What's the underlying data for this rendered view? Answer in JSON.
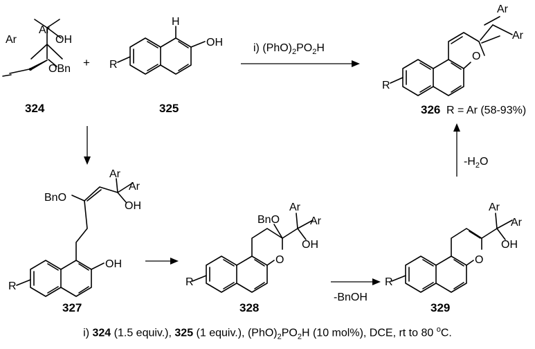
{
  "compounds": {
    "c324": {
      "number": "324",
      "ar1": "Ar",
      "ar2": "Ar",
      "oh": "OH",
      "obn": "OBn"
    },
    "c325": {
      "number": "325",
      "r": "R",
      "h": "H",
      "oh": "OH"
    },
    "c326": {
      "number": "326",
      "ar1": "Ar",
      "ar2": "Ar",
      "o": "O",
      "r": "R",
      "caption": "R = Ar (58-93%)"
    },
    "c327": {
      "number": "327",
      "bno": "BnO",
      "ar1": "Ar",
      "ar2": "Ar",
      "oh1": "OH",
      "oh2": "OH",
      "r": "R"
    },
    "c328": {
      "number": "328",
      "bno": "BnO",
      "ar1": "Ar",
      "ar2": "Ar",
      "oh": "OH",
      "o": "O",
      "r": "R"
    },
    "c329": {
      "number": "329",
      "ar1": "Ar",
      "ar2": "Ar",
      "oh": "OH",
      "o": "O",
      "r": "R"
    }
  },
  "plus": "+",
  "arrows": {
    "top": {
      "label_prefix": "i) (PhO)",
      "label_sub1": "2",
      "label_mid": "PO",
      "label_sub2": "2",
      "label_suffix": "H"
    },
    "step2": {
      "label": "-BnOH"
    },
    "step3": {
      "label_prefix": "-H",
      "label_sub": "2",
      "label_suffix": "O"
    }
  },
  "conditions": {
    "p1": "i) ",
    "b1": "324",
    "p2": " (1.5 equiv.), ",
    "b2": "325",
    "p3": " (1 equiv.), (PhO)",
    "s1": "2",
    "p4": "PO",
    "s2": "2",
    "p5": "H (10 mol%), DCE, rt to 80 ",
    "sup": "o",
    "p6": "C."
  }
}
